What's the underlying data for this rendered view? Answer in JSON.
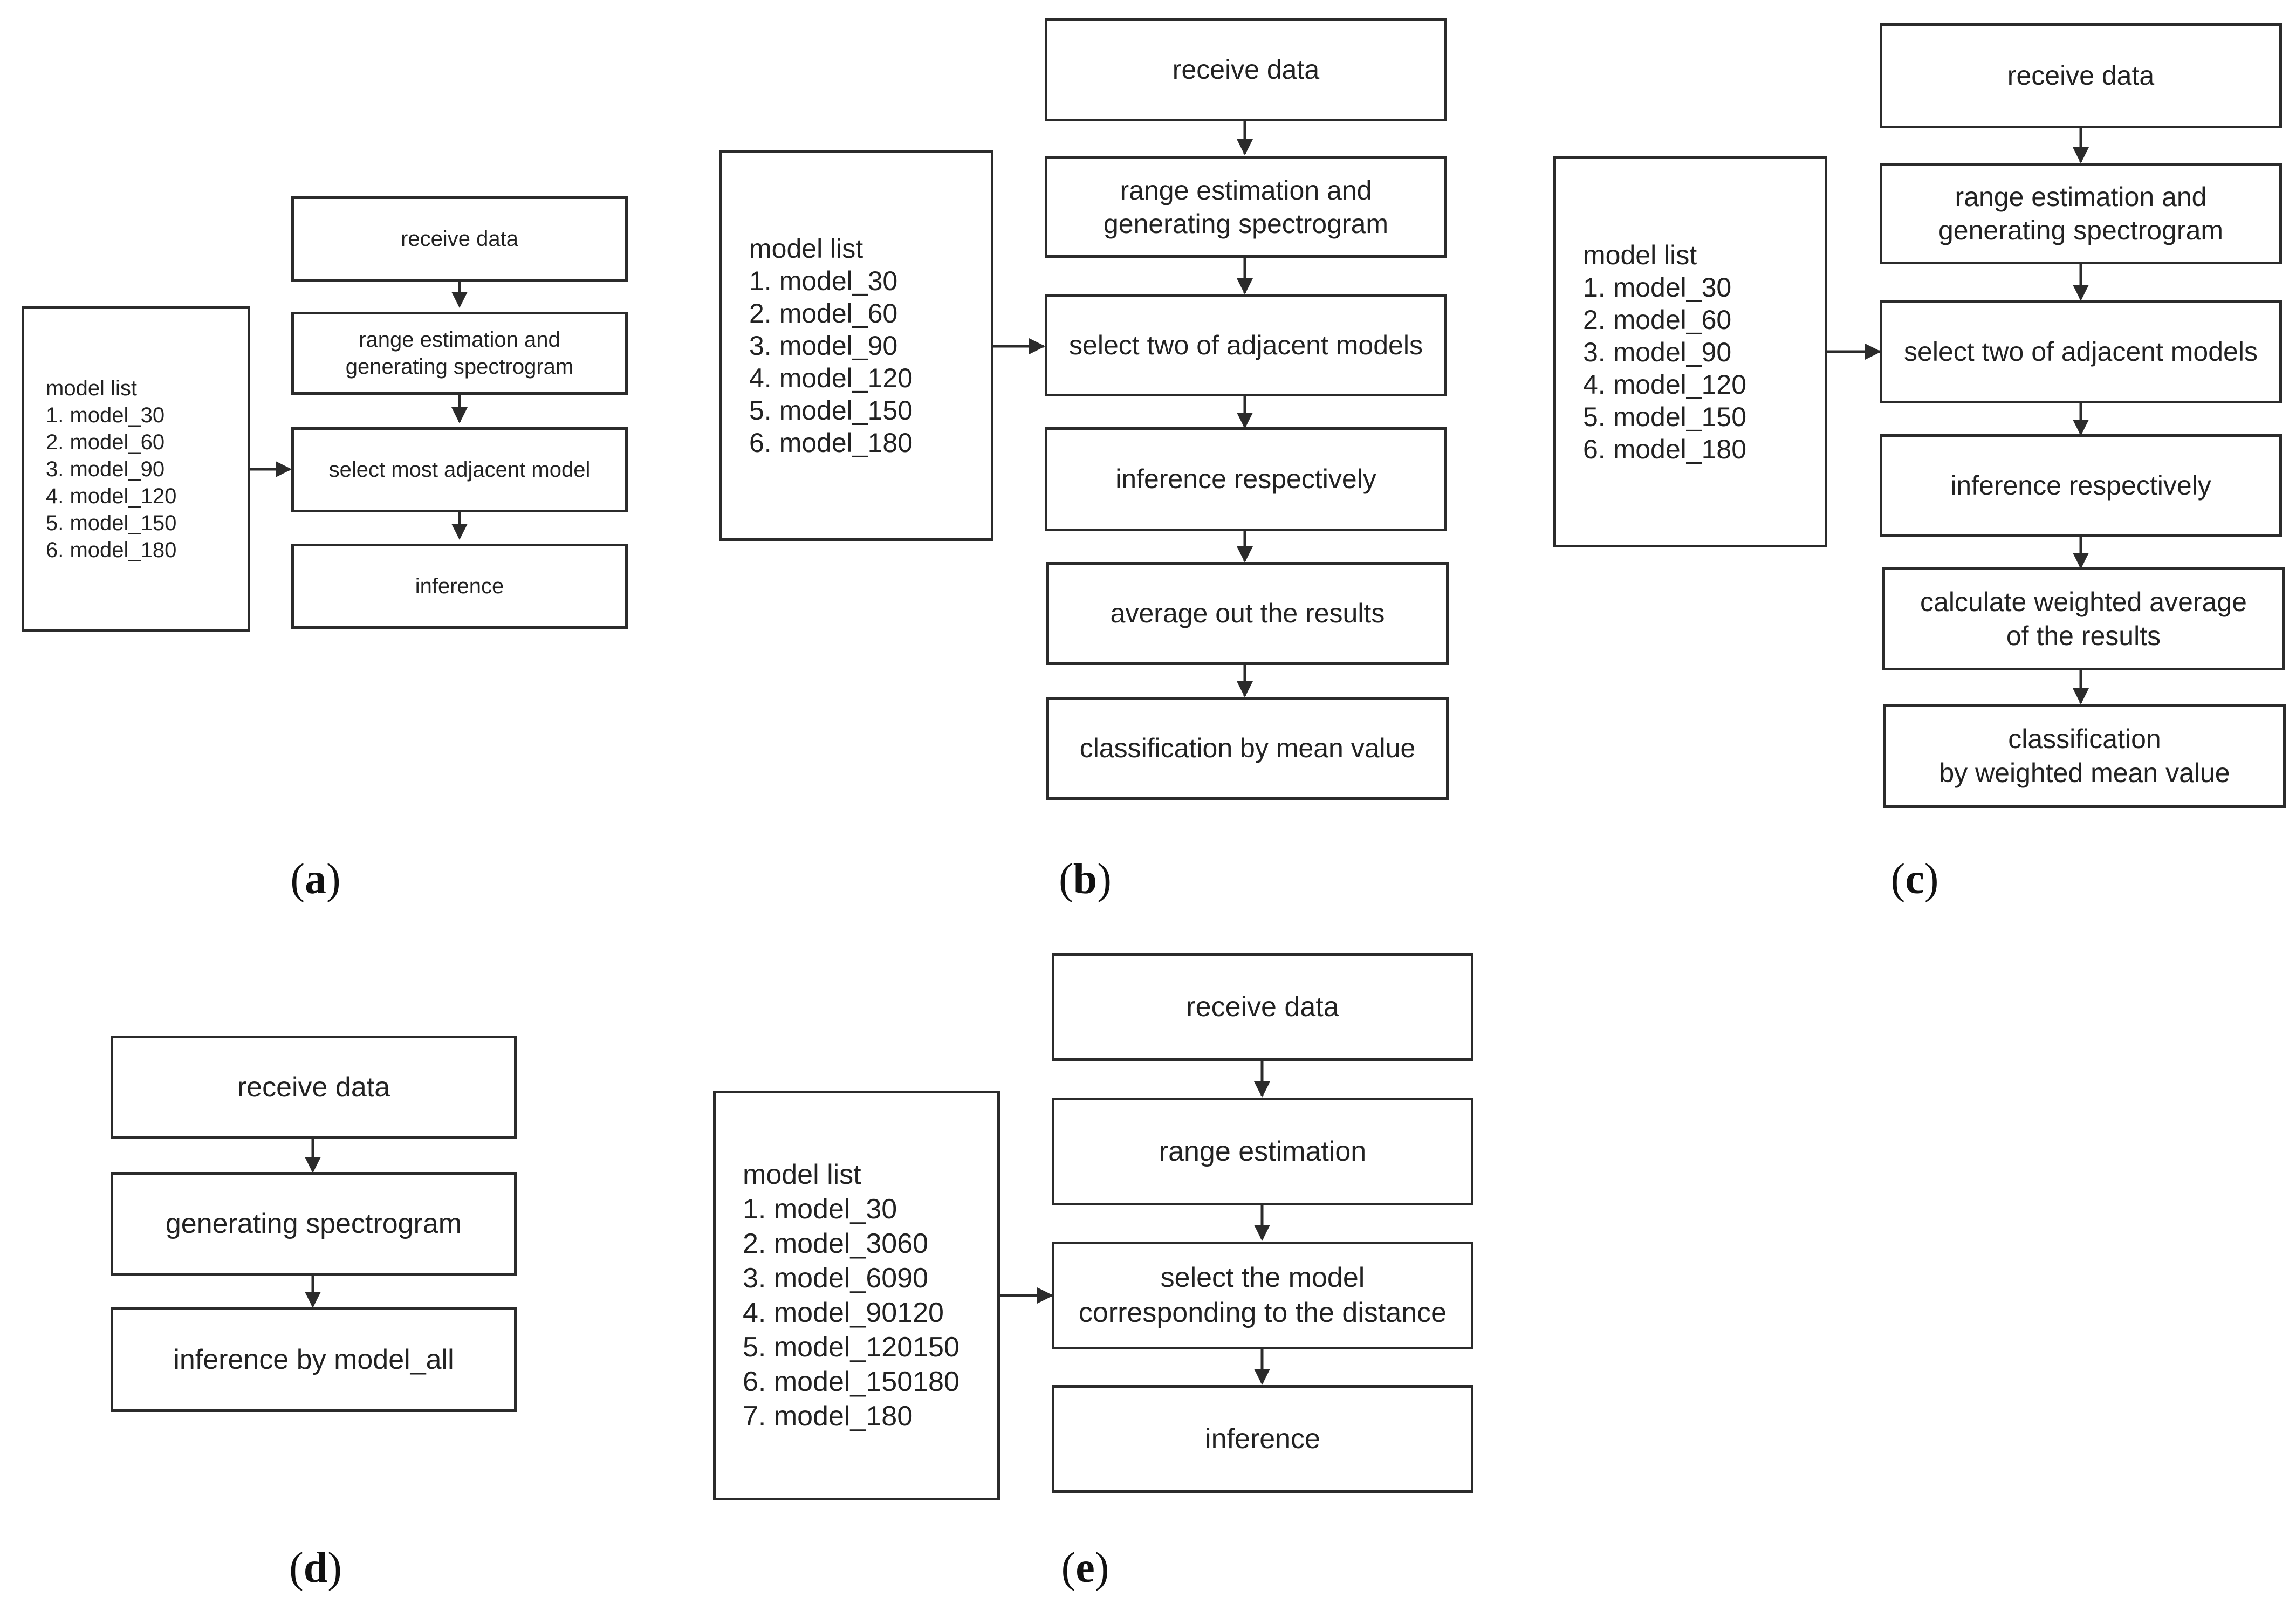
{
  "panel_a": {
    "caption": "a",
    "model_list": {
      "title": "model list",
      "items": [
        "1. model_30",
        "2. model_60",
        "3. model_90",
        "4. model_120",
        "5. model_150",
        "6. model_180"
      ]
    },
    "steps": [
      "receive data",
      "range estimation and\ngenerating spectrogram",
      "select most adjacent model",
      "inference"
    ]
  },
  "panel_b": {
    "caption": "b",
    "model_list": {
      "title": "model list",
      "items": [
        "1. model_30",
        "2. model_60",
        "3. model_90",
        "4. model_120",
        "5. model_150",
        "6. model_180"
      ]
    },
    "steps": [
      "receive data",
      "range estimation and\ngenerating spectrogram",
      "select two of adjacent models",
      "inference respectively",
      "average out the results",
      "classification by mean value"
    ]
  },
  "panel_c": {
    "caption": "c",
    "model_list": {
      "title": "model list",
      "items": [
        "1. model_30",
        "2. model_60",
        "3. model_90",
        "4. model_120",
        "5. model_150",
        "6. model_180"
      ]
    },
    "steps": [
      "receive data",
      "range estimation and\ngenerating spectrogram",
      "select two of adjacent models",
      "inference respectively",
      "calculate weighted average\nof the results",
      "classification\nby weighted mean value"
    ]
  },
  "panel_d": {
    "caption": "d",
    "steps": [
      "receive data",
      "generating spectrogram",
      "inference by model_all"
    ]
  },
  "panel_e": {
    "caption": "e",
    "model_list": {
      "title": "model list",
      "items": [
        "1. model_30",
        "2. model_3060",
        "3. model_6090",
        "4. model_90120",
        "5. model_120150",
        "6. model_150180",
        "7. model_180"
      ]
    },
    "steps": [
      "receive data",
      "range estimation",
      "select the model\ncorresponding to the distance",
      "inference"
    ]
  }
}
